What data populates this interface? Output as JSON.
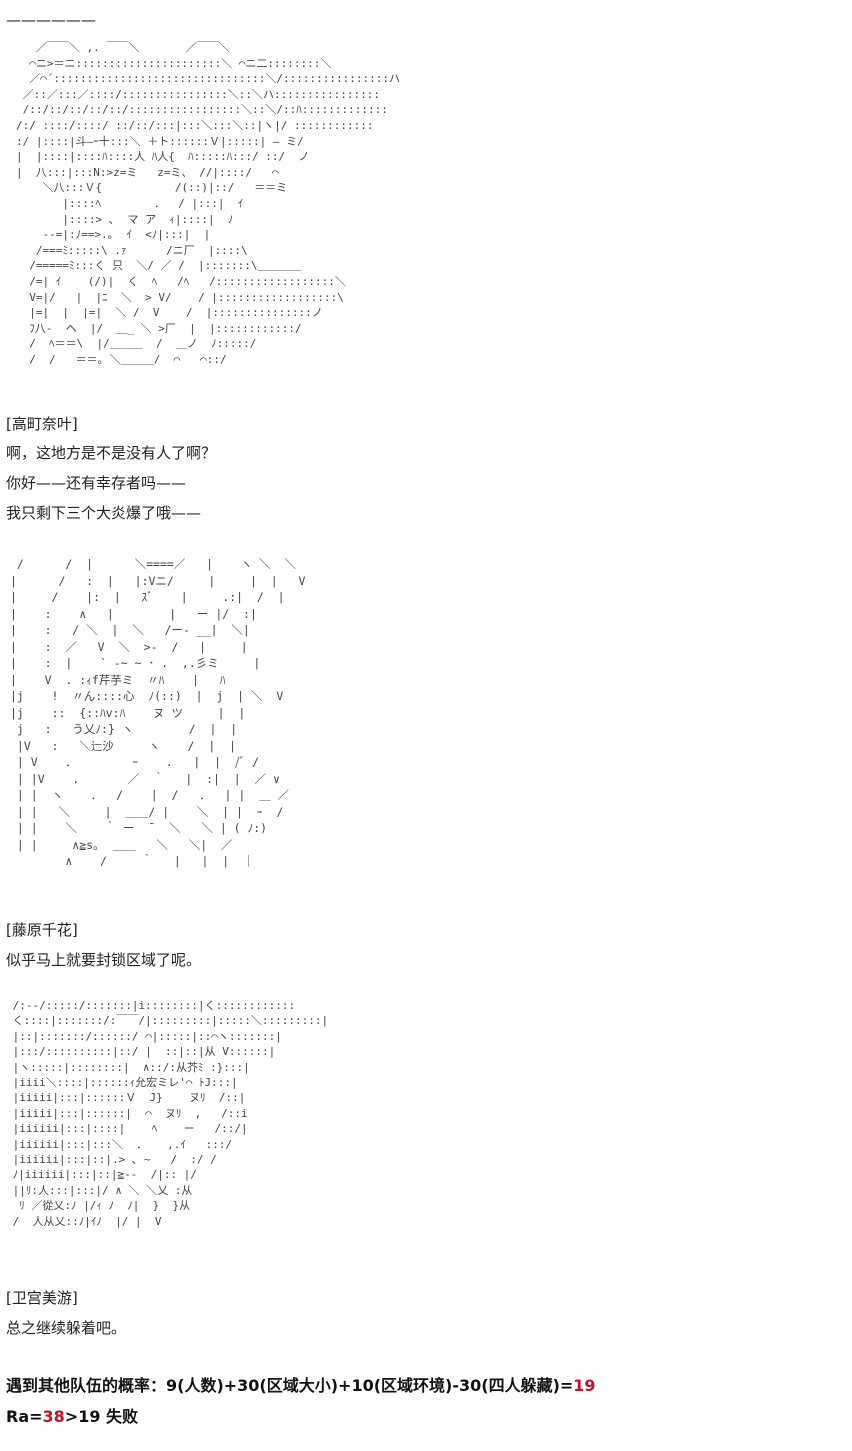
{
  "top_rule": "——————",
  "blocks": [
    {
      "speaker": "[高町奈叶]",
      "lines": [
        "啊，这地方是不是没有人了啊？",
        "你好——还有幸存者吗——",
        "我只剩下三个大炎爆了哦——"
      ],
      "art": "   ／￣￣＼ ,. ￣￣＼       ／￣￣＼\n  ⌒ニ>＝ニ::::::::::::::::::::::＼ ⌒ニ二::::::::＼\n  ／⌒´::::::::::::::::::::::::::::::::＼/::::::::::::::::ハ\n ／::／:::／::::/::::::::::::::::＼::＼ハ::::::::::::::::\n /::/::/::/::/::/:::::::::::::::::＼::＼/::ﾊ:::::::::::::\n/:/ ::::/::::/ ::/::/:::|:::＼:::＼::|ヽ|/ ::::::::::::\n:/ |::::|斗―ｰ十:::＼ ＋ト::::::Ｖ|:::::| ― ミ/\n|  |::::|::::ﾊ::::人 ﾊ人{  ﾊ:::::ﾊ:::/ ::/  ノ\n|  八:::|:::N:>z=ミ   z=ミ、 //|::::/   ⌒\n    ＼八:::Ｖ{           /(::)|::/   ＝＝ミ\n       |::::ﾍ        ．  / |:::|  ｲ\n       |::::> ､  マ ア  ｨ|::::|  ﾉ\n    ‐‐=|:ﾉ==>.｡  ｲ  <ﾉ|:::|  |\n   /===ﾐ:::::\\ .ｧ      /ニ厂  |::::\\\n  /=====ﾐ:::く 只  ＼/ ／ /  |:::::::\\＿＿＿＿\n  /=| ｲ    (/)|  く  ﾍ   /ﾍ   /::::::::::::::::::＼\n  V=|/   |  |ﾆ  ＼  > V/    / |::::::::::::::::::\\\n  |=|  |  |=|  ＼ /  V    /  |:::::::::::::::ノ\n  ﾌ八‐  ヘ  |/  ＿_ ＼ >厂  |  |::::::::::::/\n  /  ﾍ＝＝\\  |/＿＿＿  /  ＿ノ  ﾉ:::::/\n  /  /   ＝＝｡ ＼＿＿＿/  ⌒   ⌒::/"
    },
    {
      "speaker": "[藤原千花]",
      "lines": [
        "似乎马上就要封锁区域了呢。"
      ],
      "art": " /      /  |      ＼====／   |    ヽ ＼  ＼\n|      /   :  |   |:Vニ/     |     |  |   V\n|     /    |:  |   ｽﾞ    |     .:|  /  |\n|    :    ∧   |        |   ー |/  :|\n|    :   / ＼  |  ＼   /ー‐ __|  ＼|\n|    :  ／   V  ＼  >-  /   |     |\n|    :  |    ` -~ ~ ･ .  ,.彡ミ     |\n|    V  . :ｨf芹芋ミ  〃ﾊ    |   ﾊ\n|j    !  〃ん::::心  ﾉ(::)  |  j  | ＼  V\n|j    ::  {::ﾊv:ﾊ    ヌ ツ     |  |\n j   :   う乂ﾉ:} ヽ        /  |  |\n |V   :   ＼辷沙     ヽ    /  |  | \n | V    ．        ｰ    .   |  |  /ﾞ /\n | |V    .       ／  ｀   |  :|  |  ／ ∨\n | |  ヽ    ．  /    |  /   ．  | |  ＿ ／\n | |   ＼     |  ＿＿/ |    ＼  | |  ｰ  /\n | |    ＼    ｀ ー  ̄   ＼   ＼ | ( ﾉ:)\n | |     ∧≧s｡  ＿＿   ＼   ＼|  ／  \n        ∧    /     ｀   |   |  |  ｜"
    },
    {
      "speaker": "[卫宫美游]",
      "lines": [
        "总之继续躲着吧。"
      ],
      "art": " /:-‐/:::::/:::::::|i::::::::|く::::::::::::\n く::::|:::::::/:￣￣/|:::::::::|:::::＼:::::::::|\n |::|:::::::/::::::/ ⌒|:::::|::⌒ヽ:::::::|\n |:::/::::::::::|::/ |  ::|::|从 V::::::|\n |ヽ:::::|::::::::|  ∧::/:从芥ﾐ :}:::|\n |iiii＼::::|::::::ｨ允宏ミレ'⌒ ﾄJ:::|\n |iiiii|:::|::::::Ｖ  J}    ヌﾘ  /::|\n |iiiii|:::|::::::|  ⌒  ヌﾘ  ,   /::i\n |iiiiii|:::|::::|    ﾍ    ー   /::/|\n |iiiiii|:::|:::＼  ．   ,.ｲ   :::/\n |iiiiii|:::|::|.> ､ ~   /  :/ /\n ﾉ|iiiiii|:::|::|≧-‐  /|:: |/\n ||ﾘ:人:::|:::|/ ∧ ＼ ＼乂 :从\n  ﾘ ／從乂:ﾉ |/ｨ ﾉ  ﾉ|  }  }从\n /  人从乂::ﾉ|ｲﾉ  |/ |  V"
    }
  ],
  "calc": {
    "line1_text": "遇到其他队伍的概率：9(人数)+30(区域大小)+10(区域环境)-30(四人躲藏)=",
    "line1_result": "19",
    "line2_prefix": "Ra=",
    "line2_roll": "38",
    "line2_suffix": ">19 失败"
  },
  "colors": {
    "text": "#222222",
    "highlight": "#c0142a",
    "art": "#444444"
  }
}
